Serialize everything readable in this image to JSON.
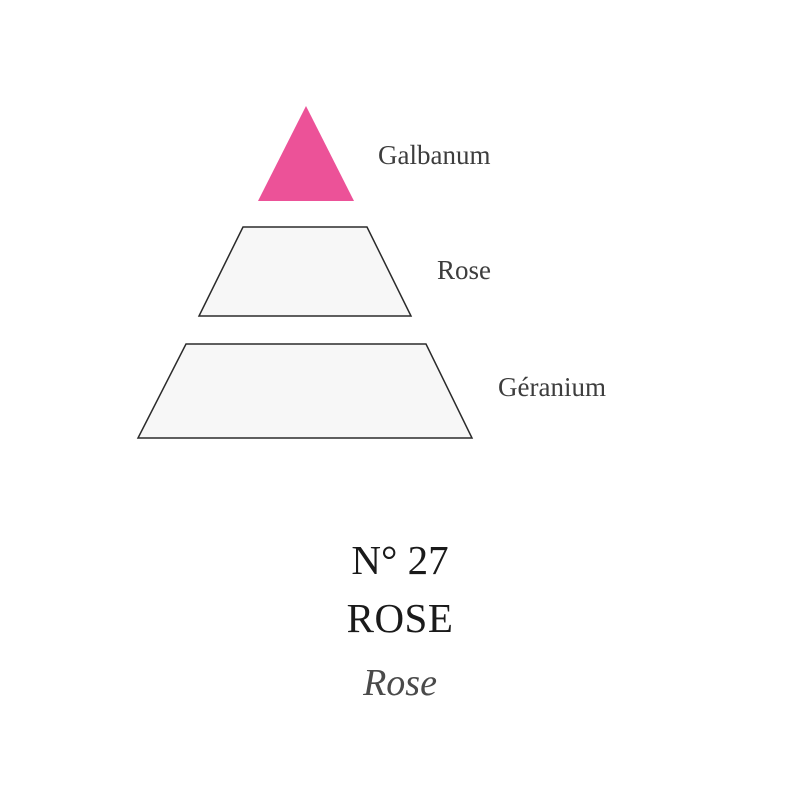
{
  "notes": {
    "top": {
      "label": "Galbanum",
      "color": "#ec5298"
    },
    "heart": {
      "label": "Rose",
      "color": "#f7f7f7"
    },
    "base": {
      "label": "Géranium",
      "color": "#f7f7f7"
    }
  },
  "product": {
    "number": "N° 27",
    "name": "ROSE",
    "subname": "Rose"
  },
  "colors": {
    "outline": "#2b2b2b",
    "accent": "#ec5298"
  }
}
